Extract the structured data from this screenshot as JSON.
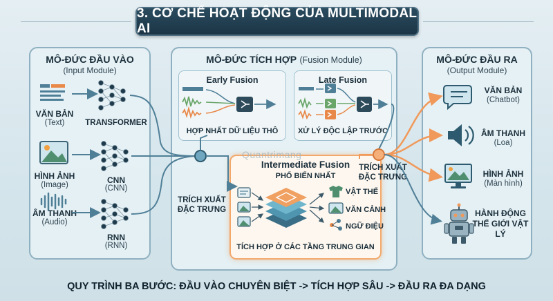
{
  "title": "3. CƠ CHẾ HOẠT ĐỘNG CỦA MULTIMODAL AI",
  "input_module": {
    "title": "MÔ-ĐỨC ĐẦU VÀO",
    "subtitle": "(Input Module)",
    "items": [
      {
        "name": "VĂN BẢN",
        "sub": "(Text)",
        "model": "TRANSFORMER",
        "model_sub": ""
      },
      {
        "name": "HÌNH ẢNH",
        "sub": "(Image)",
        "model": "CNN",
        "model_sub": "(CNN)"
      },
      {
        "name": "ÂM THANH",
        "sub": "(Audio)",
        "model": "RNN",
        "model_sub": "(RNN)"
      }
    ]
  },
  "fusion_module": {
    "title": "MÔ-ĐỨC TÍCH HỢP",
    "title_suffix": "(Fusion Module)",
    "early": {
      "title": "Early Fusion",
      "caption": "HỢP NHẤT DỮ LIỆU THÔ"
    },
    "late": {
      "title": "Late Fusion",
      "caption": "XỬ LÝ ĐỘC LẬP TRƯỚC"
    },
    "intermediate": {
      "title": "Intermediate Fusion",
      "subtitle": "PHỔ BIẾN NHẤT",
      "outputs": [
        "VẬT THỂ",
        "VĂN CẢNH",
        "NGỮ ĐIỆU"
      ],
      "caption": "TÍCH HỢP Ở CÁC TẦNG TRUNG GIAN"
    },
    "extract_left": [
      "TRÍCH XUẤT",
      "ĐẶC TRƯNG"
    ],
    "extract_right": [
      "TRÍCH XUẤT",
      "ĐẶC TRƯNG"
    ]
  },
  "output_module": {
    "title": "MÔ-ĐỨC ĐẦU RA",
    "subtitle": "(Output Module)",
    "items": [
      {
        "name": "VĂN BẢN",
        "sub": "(Chatbot)"
      },
      {
        "name": "ÂM THANH",
        "sub": "(Loa)"
      },
      {
        "name": "HÌNH ẢNH",
        "sub": "(Màn hình)"
      },
      {
        "name": "HÀNH ĐỘNG THẾ GIỚI VẬT LÝ",
        "sub": ""
      }
    ]
  },
  "footer": "QUY TRÌNH BA BƯỚC: ĐẦU VÀO CHUYÊN BIỆT -> TÍCH HỢP SÂU -> ĐẦU RA ĐA DẠNG",
  "watermark": "Quantrimang",
  "colors": {
    "title_bg": "#1b3546",
    "panel_border": "#8fb0c0",
    "arrow_blue": "#4f7f97",
    "arrow_orange": "#f0995a",
    "green": "#6aa56a",
    "orange": "#e8894a"
  }
}
